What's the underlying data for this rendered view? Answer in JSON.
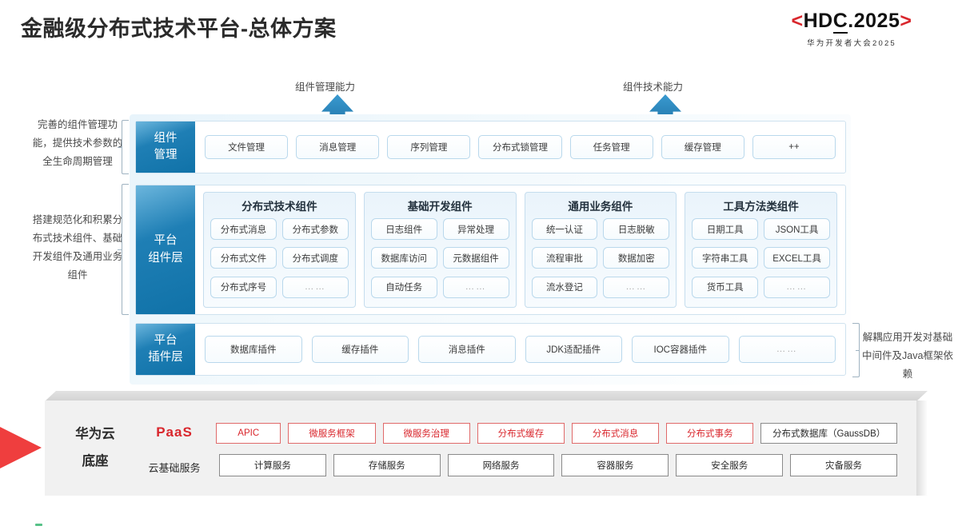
{
  "header": {
    "title": "金融级分布式技术平台-总体方案",
    "logo_prefix": "<",
    "logo_hd": "HD",
    "logo_c": "C",
    "logo_rest": ".2025",
    "logo_suffix": ">",
    "logo_sub": "华为开发者大会2025"
  },
  "arrows": [
    {
      "label": "组件管理能力"
    },
    {
      "label": "组件技术能力"
    }
  ],
  "side_notes": {
    "left_top": "完善的组件管理功能，提供技术参数的全生命周期管理",
    "left_bottom": "搭建规范化和积累分布式技术组件、基础开发组件及通用业务组件",
    "right": "解耦应用开发对基础中间件及Java框架依赖"
  },
  "rows": {
    "management": {
      "head_line1": "组件",
      "head_line2": "管理",
      "chips": [
        "文件管理",
        "消息管理",
        "序列管理",
        "分布式锁管理",
        "任务管理",
        "缓存管理",
        "++"
      ]
    },
    "component_layer": {
      "head_line1": "平台",
      "head_line2": "组件层",
      "groups": [
        {
          "title": "分布式技术组件",
          "items": [
            "分布式消息",
            "分布式参数",
            "分布式文件",
            "分布式调度",
            "分布式序号",
            "……"
          ]
        },
        {
          "title": "基础开发组件",
          "items": [
            "日志组件",
            "异常处理",
            "数据库访问",
            "元数据组件",
            "自动任务",
            "……"
          ]
        },
        {
          "title": "通用业务组件",
          "items": [
            "统一认证",
            "日志脱敏",
            "流程审批",
            "数据加密",
            "流水登记",
            "……"
          ]
        },
        {
          "title": "工具方法类组件",
          "items": [
            "日期工具",
            "JSON工具",
            "字符串工具",
            "EXCEL工具",
            "货币工具",
            "……"
          ]
        }
      ]
    },
    "plugin_layer": {
      "head_line1": "平台",
      "head_line2": "插件层",
      "chips": [
        "数据库插件",
        "缓存插件",
        "消息插件",
        "JDK适配插件",
        "IOC容器插件",
        "……"
      ]
    }
  },
  "foundation": {
    "label_line1": "华为云",
    "label_line2": "底座",
    "paas_label": "PaaS",
    "cloud_label": "云基础服务",
    "paas_items": [
      {
        "text": "APIC",
        "style": "red",
        "flex": 0.72
      },
      {
        "text": "微服务框架",
        "style": "red",
        "flex": 1
      },
      {
        "text": "微服务治理",
        "style": "red",
        "flex": 1
      },
      {
        "text": "分布式缓存",
        "style": "red",
        "flex": 1
      },
      {
        "text": "分布式消息",
        "style": "red",
        "flex": 1
      },
      {
        "text": "分布式事务",
        "style": "red",
        "flex": 1
      },
      {
        "text": "分布式数据库（GaussDB）",
        "style": "gray",
        "flex": 1.62
      }
    ],
    "base_items": [
      "计算服务",
      "存储服务",
      "网络服务",
      "容器服务",
      "安全服务",
      "灾备服务"
    ]
  },
  "colors": {
    "brand_red": "#d9262c",
    "accent_blue": "#1072a8",
    "edge_blue": "#1c4fcf",
    "edge_red": "#ef3e3e"
  }
}
